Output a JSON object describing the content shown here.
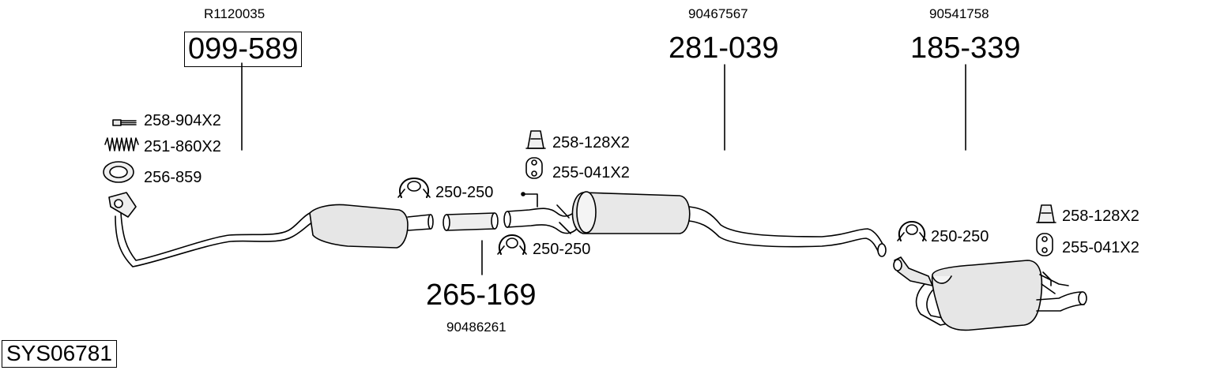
{
  "diagram": {
    "system_code": "SYS06781",
    "front_pipe": {
      "oem": "R1120035",
      "part": "099-589"
    },
    "center_silencer": {
      "oem": "90467567",
      "part": "281-039"
    },
    "rear_silencer": {
      "oem": "90541758",
      "part": "185-339"
    },
    "connecting_pipe": {
      "oem": "90486261",
      "part": "265-169"
    },
    "accessories": {
      "bolt": "258-904X2",
      "spring": "251-860X2",
      "gasket": "256-859",
      "clamp_1": "250-250",
      "clamp_2": "250-250",
      "clamp_3": "250-250",
      "bracket_1": "258-128X2",
      "rubber_1": "255-041X2",
      "bracket_2": "258-128X2",
      "rubber_2": "255-041X2"
    }
  }
}
